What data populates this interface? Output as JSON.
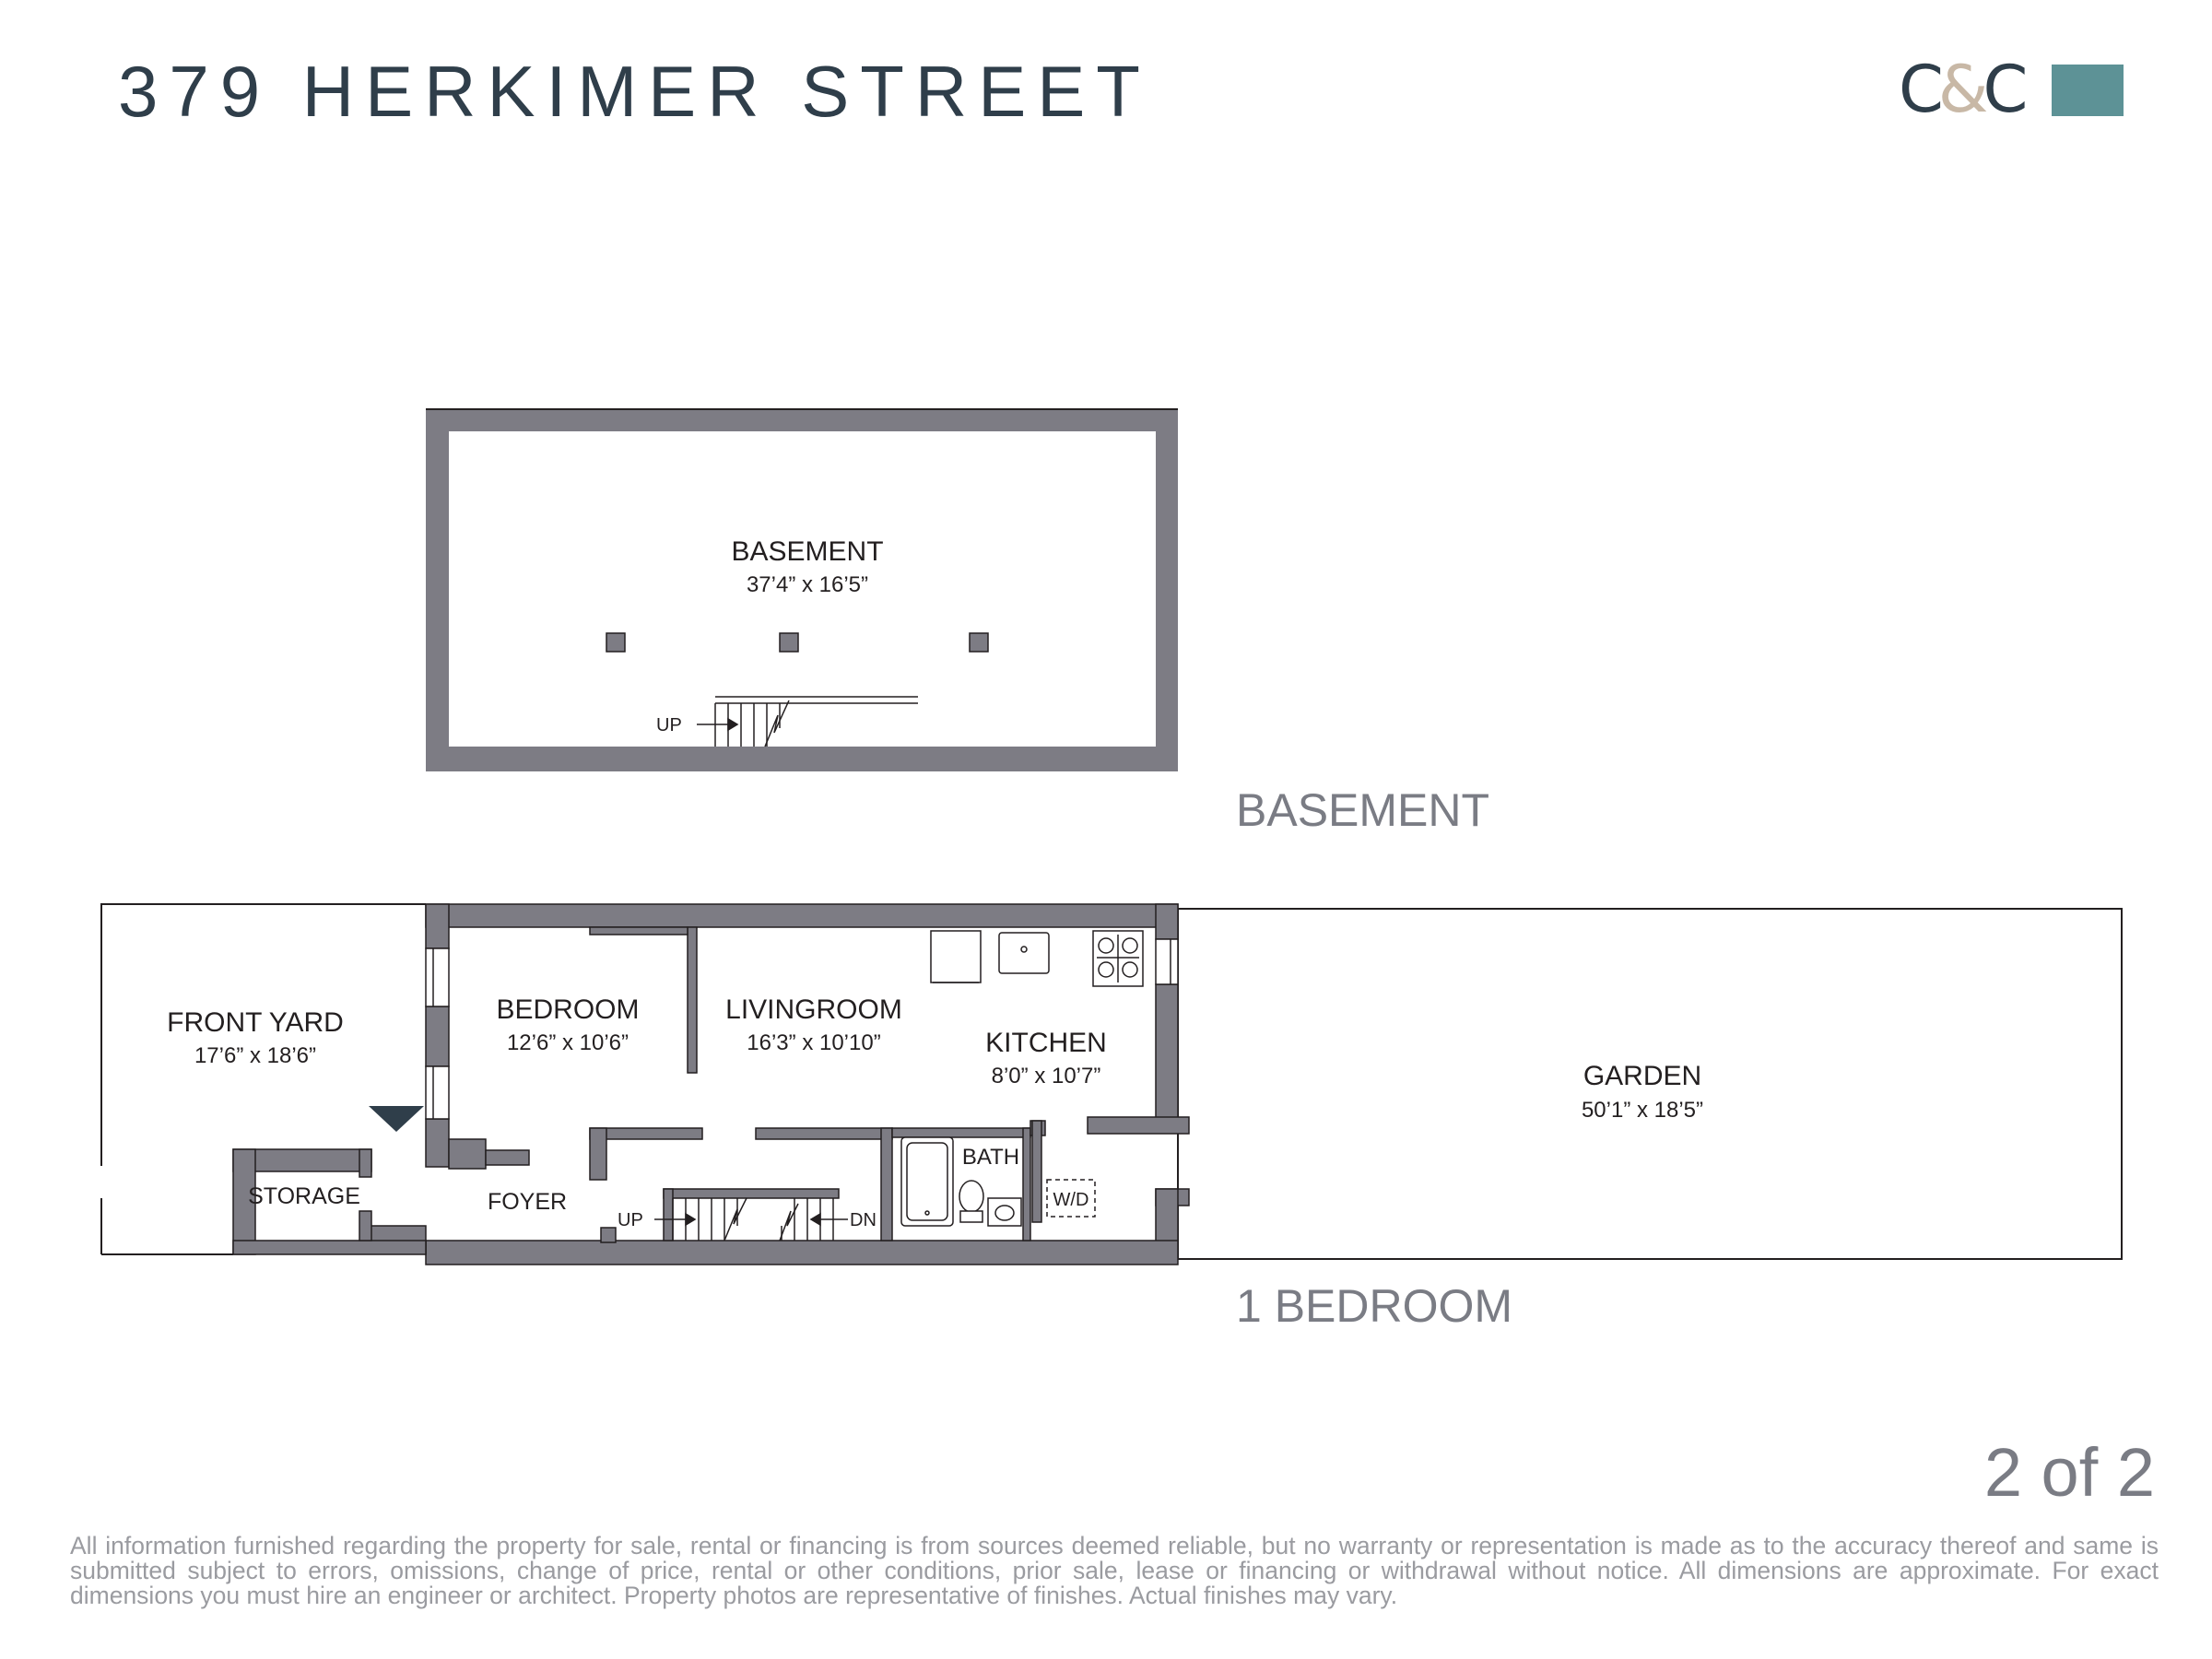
{
  "header": {
    "title": "379 HERKIMER STREET",
    "logo_text_c1": "C",
    "logo_text_amp": "&",
    "logo_text_c2": "C"
  },
  "colors": {
    "wall": "#7d7c84",
    "title": "#2f3e4a",
    "logo_square": "#5d9296",
    "floor_label": "#7a7c84"
  },
  "basement": {
    "room_name": "BASEMENT",
    "room_dims": "37’4” x 16’5”",
    "stair_label": "UP",
    "floor_label": "BASEMENT"
  },
  "first_floor": {
    "floor_label": "1 BEDROOM",
    "rooms": {
      "front_yard": {
        "name": "FRONT YARD",
        "dims": "17’6” x 18’6”"
      },
      "bedroom": {
        "name": "BEDROOM",
        "dims": "12’6” x 10’6”"
      },
      "livingroom": {
        "name": "LIVINGROOM",
        "dims": "16’3” x 10’10”"
      },
      "kitchen": {
        "name": "KITCHEN",
        "dims": "8’0” x 10’7”"
      },
      "garden": {
        "name": "GARDEN",
        "dims": "50’1” x 18’5”"
      },
      "storage": {
        "name": "STORAGE"
      },
      "foyer": {
        "name": "FOYER"
      },
      "bath": {
        "name": "BATH"
      },
      "wd": {
        "name": "W/D"
      }
    },
    "stair_up_label": "UP",
    "stair_down_label": "DN"
  },
  "footer": {
    "page_number": "2 of 2",
    "disclaimer": "All information furnished regarding the property for sale, rental or financing is from sources deemed reliable, but no warranty or representation is made as to the accuracy thereof and same is submitted subject to errors, omissions, change of price, rental or other conditions, prior sale, lease or financing or withdrawal without notice. All dimensions are approximate. For exact dimensions you must hire an engineer or architect. Property photos are representative of finishes. Actual finishes may vary."
  }
}
